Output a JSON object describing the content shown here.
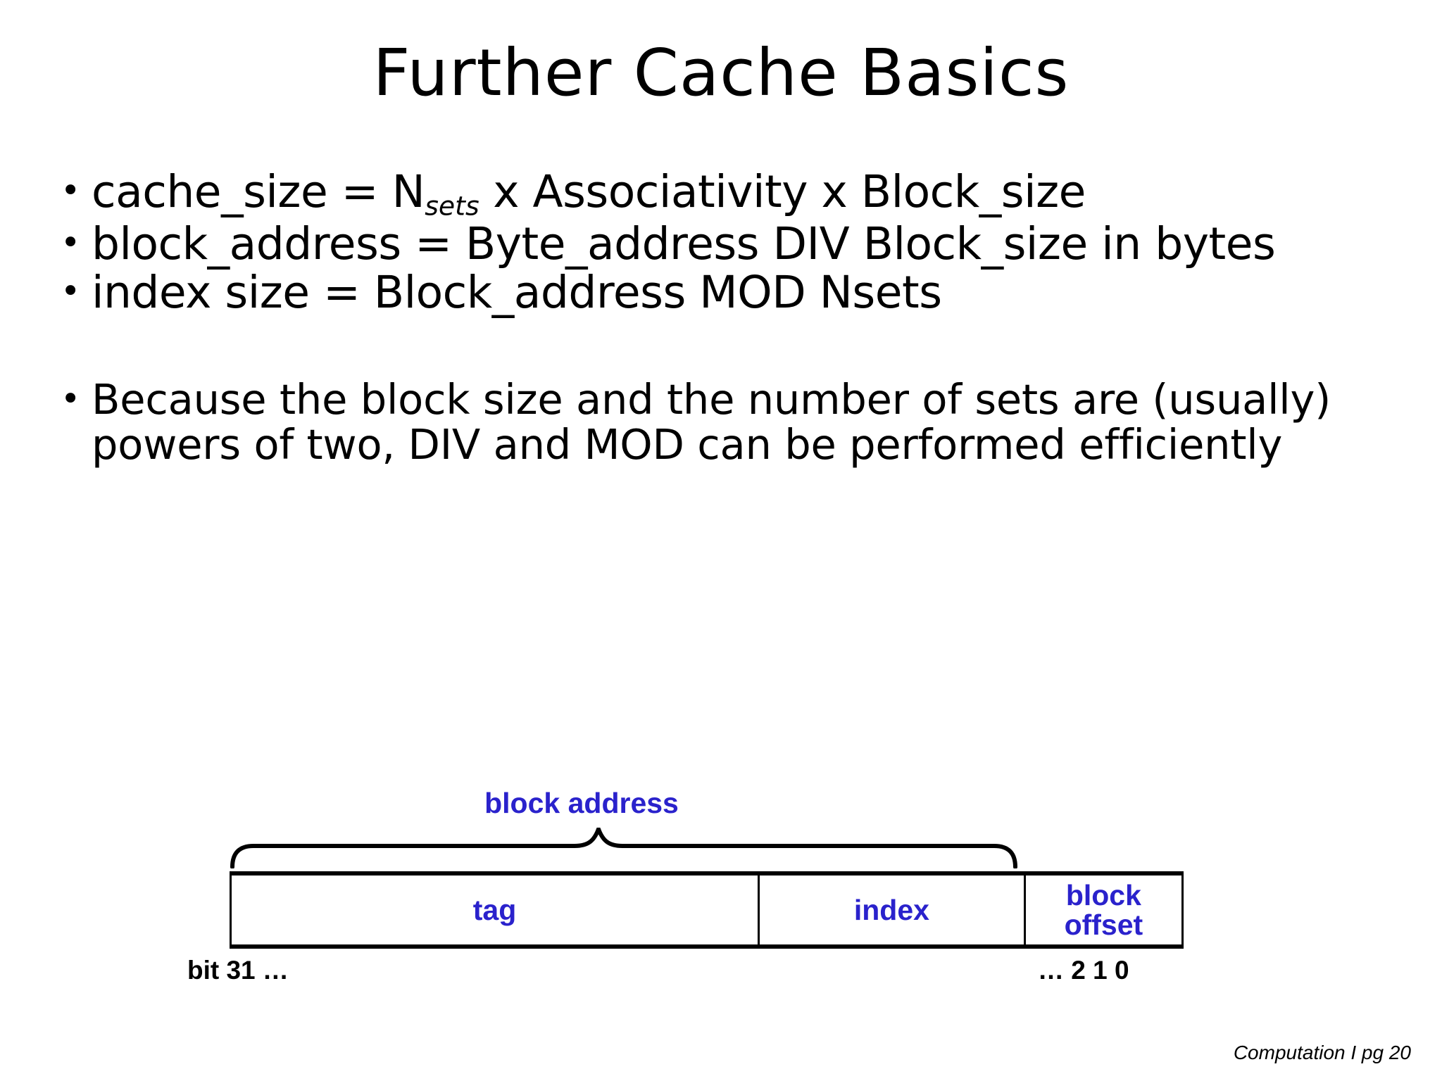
{
  "slide": {
    "title": "Further Cache Basics",
    "background_color": "#ffffff",
    "accent_color": "#2a22cc",
    "text_color": "#000000"
  },
  "bullets": [
    {
      "marker": "•",
      "pre": "cache_size = N",
      "subscript": "sets",
      "post": " x Associativity x Block_size"
    },
    {
      "marker": "•",
      "text": "block_address = Byte_address DIV Block_size in bytes"
    },
    {
      "marker": "•",
      "text": "index size = Block_address MOD Nsets"
    },
    {
      "marker": "•",
      "text": "Because the block size and the number of sets are (usually) powers of two, DIV and MOD can be performed efficiently"
    }
  ],
  "diagram": {
    "brace_label": "block address",
    "fields": [
      {
        "label": "tag"
      },
      {
        "label": "index"
      },
      {
        "label": "block offset"
      }
    ],
    "bit_label_left": "bit 31 …",
    "bit_label_right": "… 2 1 0",
    "label_color": "#2a22cc"
  },
  "footer": {
    "text": "Computation I  pg 20"
  }
}
